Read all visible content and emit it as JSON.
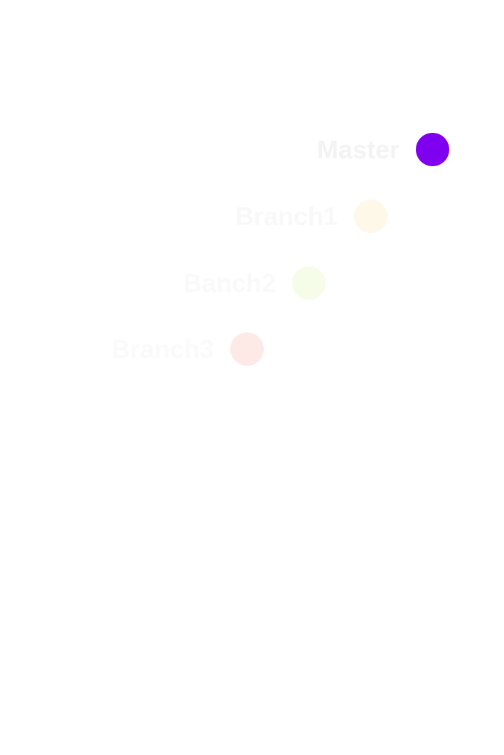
{
  "nodes": [
    {
      "label": "Master",
      "color": "#7f00ee",
      "text_color": "#f3f3f3"
    },
    {
      "label": "Branch1",
      "color": "#fef8e8",
      "text_color": "#f8f8f8"
    },
    {
      "label": "Banch2",
      "color": "#f5fde8",
      "text_color": "#f9f9f9"
    },
    {
      "label": "Branch3",
      "color": "#fde9e6",
      "text_color": "#fafafa"
    }
  ]
}
